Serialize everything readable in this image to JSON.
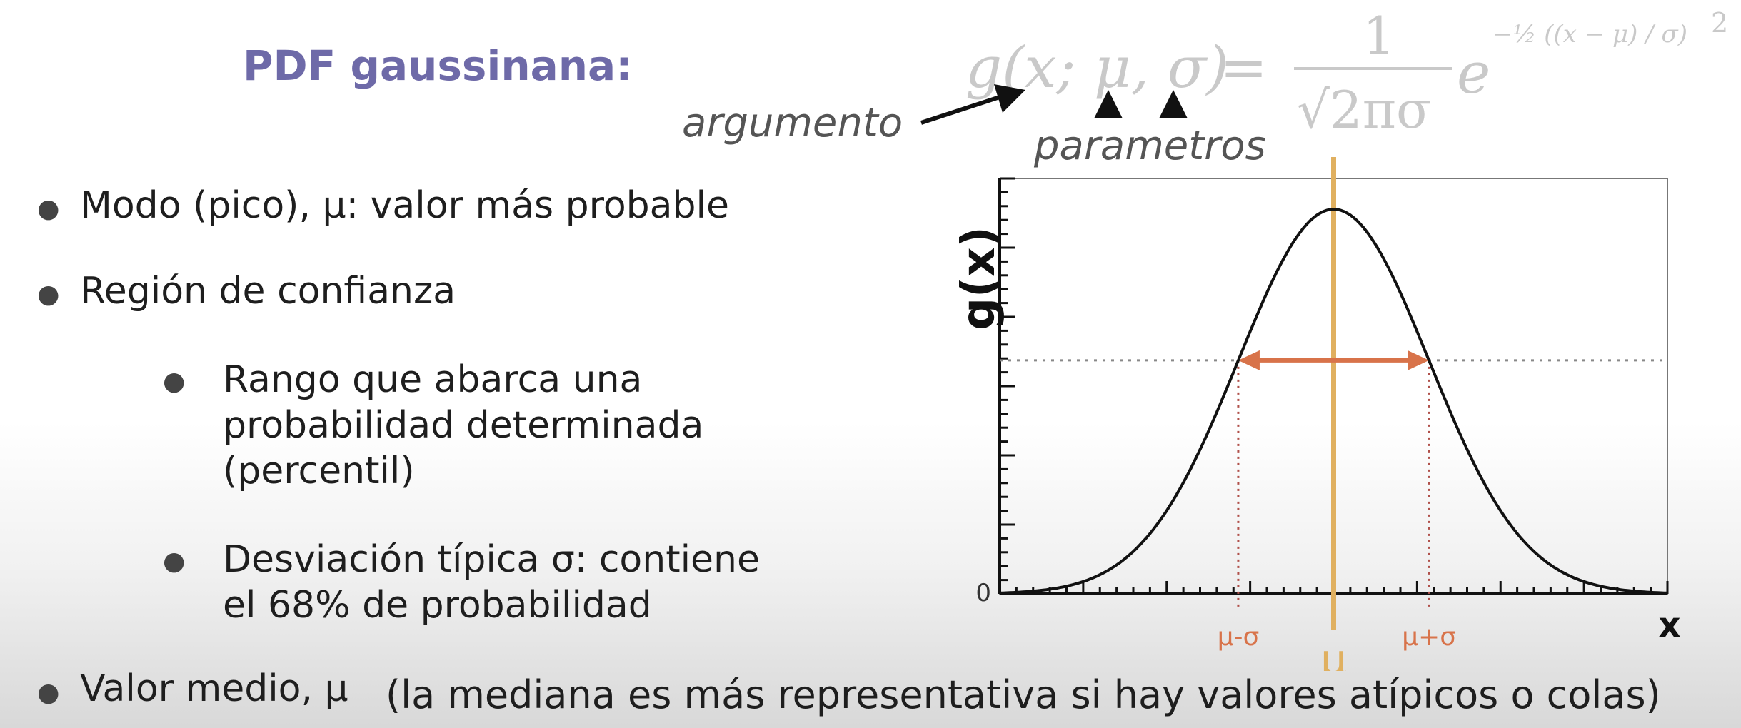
{
  "slide": {
    "title": "PDF gaussinana:",
    "formula": {
      "lhs": "g(x; μ, σ)",
      "equals": "=",
      "numerator": "1",
      "denominator": "√2πσ",
      "base": "e",
      "exponent": "−½ ((x − μ) / σ)",
      "exponent_power": "2"
    },
    "annotations": {
      "argumento": "argumento",
      "parametros": "parametros"
    },
    "bullets": [
      {
        "text": "Modo (pico), μ: valor más probable"
      },
      {
        "text": "Región de confianza"
      },
      {
        "lines": [
          "Rango que abarca una",
          "probabilidad determinada",
          "(percentil)"
        ]
      },
      {
        "lines": [
          "Desviación típica σ: contiene",
          "el 68% de probabilidad"
        ]
      },
      {
        "text": "Valor medio, μ",
        "note": "(la mediana es más representativa si hay valores atípicos o colas)"
      }
    ],
    "colors": {
      "title": "#6e6aa8",
      "mu_line": "#e0b060",
      "sigma_arrow": "#d8734a",
      "sigma_lines": "#b0504a",
      "curve": "#111111",
      "grid_dotted": "#888888"
    }
  },
  "chart_data": {
    "type": "line",
    "ylabel": "g(x)",
    "xlabel": "x",
    "y_tick_labels": [
      "0"
    ],
    "x_tick_labels": [
      "μ-σ",
      "μ",
      "μ+σ"
    ],
    "series": [
      {
        "x": [
          -3.5,
          -3.0,
          -2.5,
          -2.0,
          -1.5,
          -1.0,
          -0.5,
          0.0,
          0.5,
          1.0,
          1.5,
          2.0,
          2.5,
          3.0,
          3.5
        ],
        "y": [
          0.002,
          0.011,
          0.044,
          0.135,
          0.325,
          0.607,
          0.882,
          1.0,
          0.882,
          0.607,
          0.325,
          0.135,
          0.044,
          0.011,
          0.002
        ]
      }
    ],
    "xlim": [
      -3.5,
      3.5
    ],
    "ylim": [
      0,
      1.08
    ],
    "mu": 0,
    "sigma": 1,
    "half_width_level": 0.607
  }
}
